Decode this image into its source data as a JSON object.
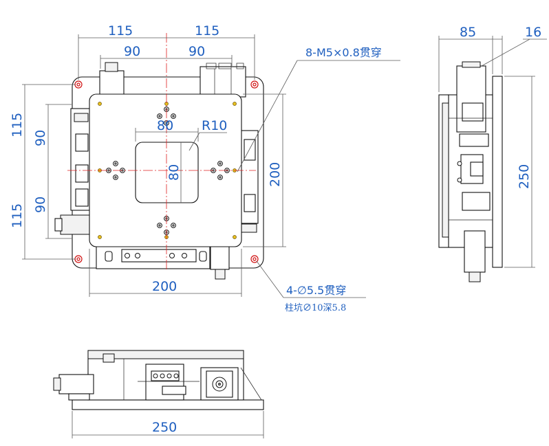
{
  "drawing": {
    "front_view": {
      "dim_top_left_115": "115",
      "dim_top_right_115": "115",
      "dim_top_left_90": "90",
      "dim_top_right_90": "90",
      "dim_left_upper_115": "115",
      "dim_left_lower_115": "115",
      "dim_left_upper_90": "90",
      "dim_left_lower_90": "90",
      "dim_right_200": "200",
      "dim_bottom_200": "200",
      "dim_center_h_80": "80",
      "dim_center_v_80": "80",
      "dim_radius": "R10",
      "callout_thread": "8-M5×0.8贯穿",
      "callout_hole_1": "4-∅5.5贯穿",
      "callout_hole_2": "柱坑∅10深5.8"
    },
    "side_view": {
      "dim_width_85": "85",
      "dim_offset_16": "16",
      "dim_height_250": "250"
    },
    "bottom_view": {
      "dim_width_250": "250"
    }
  }
}
